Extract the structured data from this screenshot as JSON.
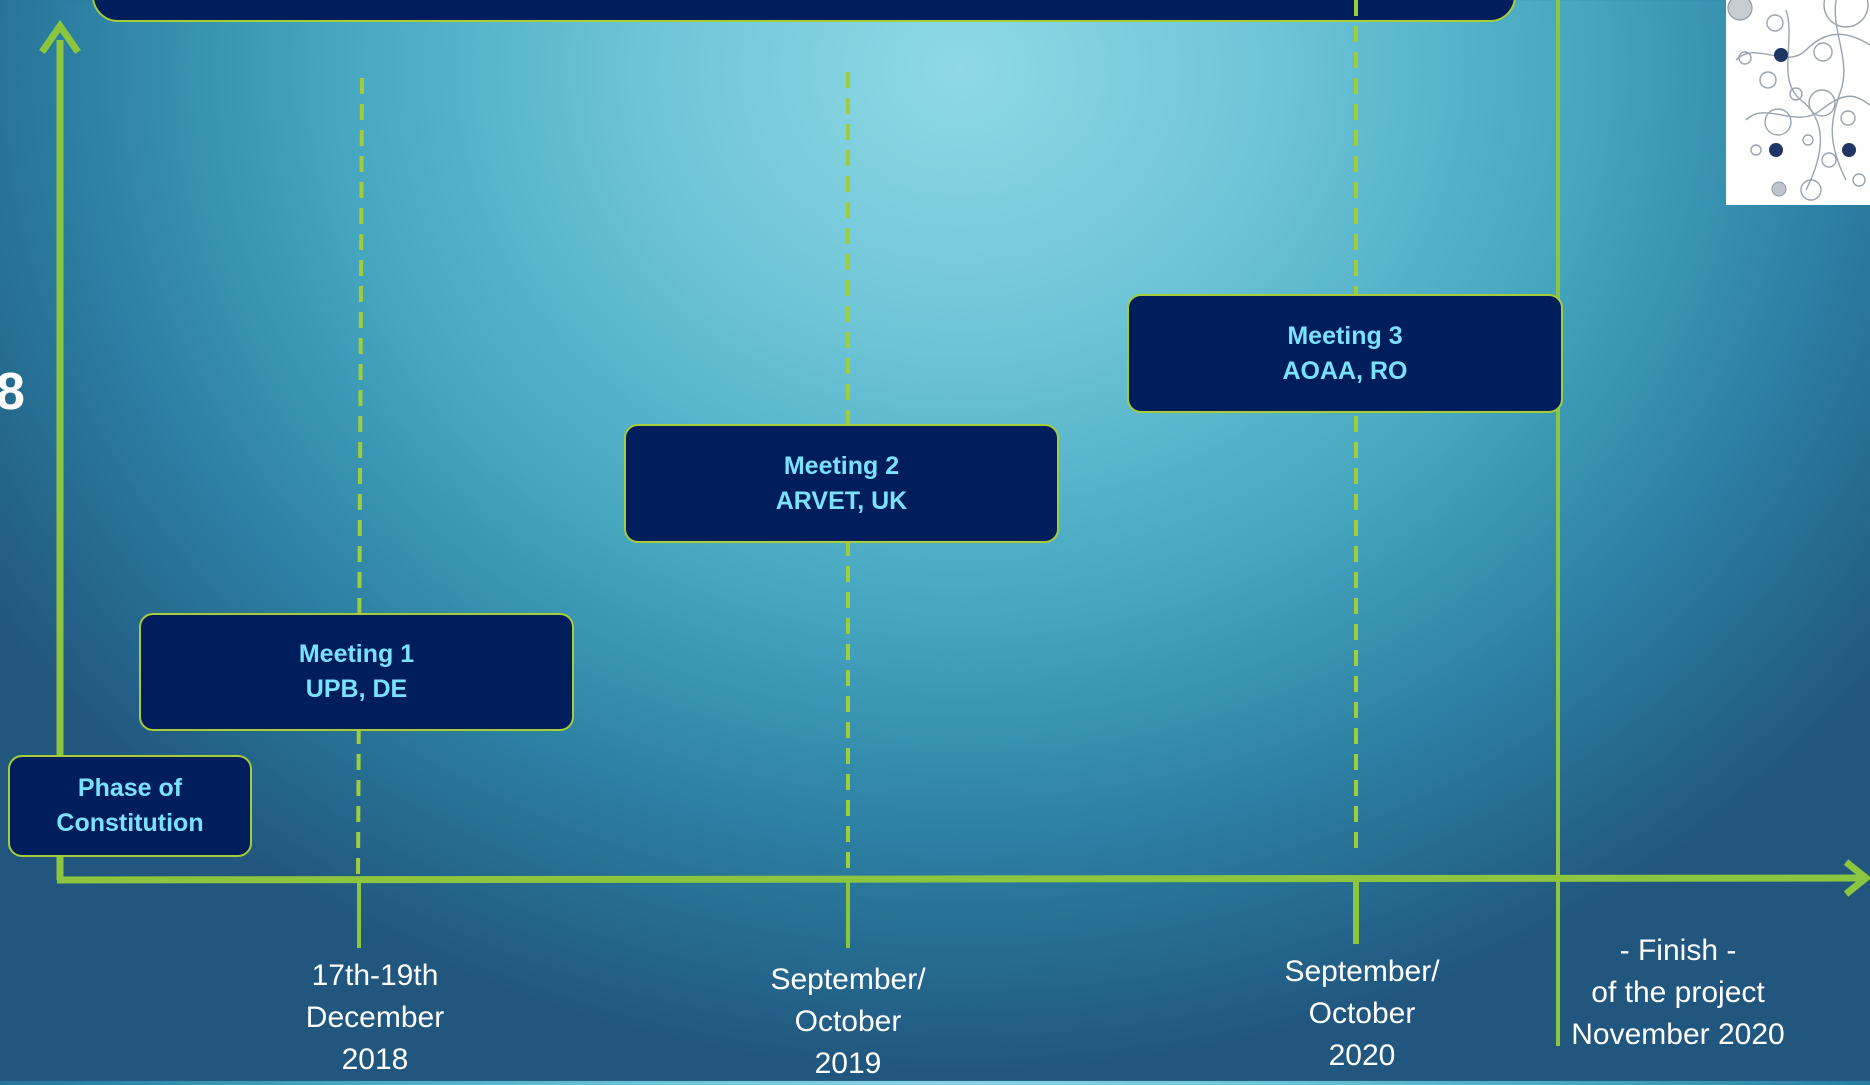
{
  "title_bar": {
    "text": ""
  },
  "edge_text": "8",
  "events": [
    {
      "id": "phase",
      "line1": "Phase of",
      "line2": "Constitution"
    },
    {
      "id": "meeting1",
      "line1": "Meeting 1",
      "line2": "UPB, DE"
    },
    {
      "id": "meeting2",
      "line1": "Meeting 2",
      "line2": "ARVET, UK"
    },
    {
      "id": "meeting3",
      "line1": "Meeting 3",
      "line2": "AOAA, RO"
    }
  ],
  "dates": [
    {
      "id": "date-dec-2018",
      "lines": [
        "17th-19th",
        "December",
        "2018"
      ]
    },
    {
      "id": "date-sep-2019",
      "lines": [
        "September/",
        "October",
        "2019"
      ]
    },
    {
      "id": "date-sep-2020",
      "lines": [
        "September/",
        "October",
        "2020"
      ]
    },
    {
      "id": "date-finish",
      "lines": [
        "- Finish -",
        "of the project",
        "November 2020"
      ]
    }
  ],
  "colors": {
    "box_fill": "#001d5c",
    "box_text": "#7ae2ff",
    "axis_green": "#8cc63f",
    "label_text": "#ffffff"
  },
  "logo": {
    "icon": "bubbles-logo-icon"
  }
}
